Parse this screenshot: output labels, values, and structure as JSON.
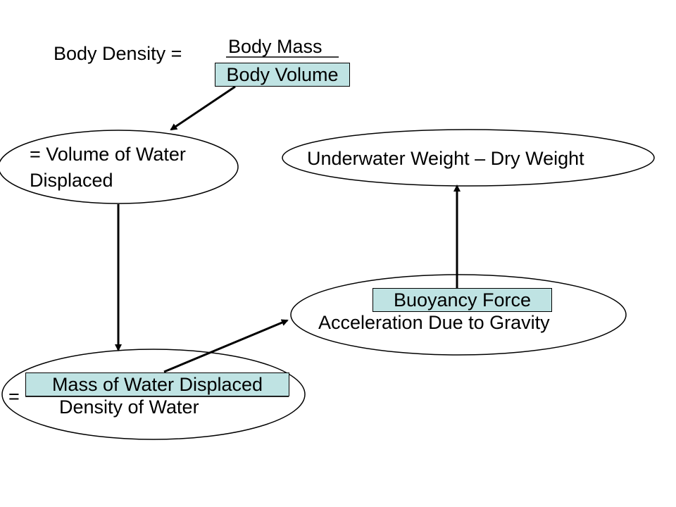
{
  "diagram": {
    "formula": {
      "label": "Body Density =",
      "numerator": "Body Mass",
      "denominator": "Body Volume"
    },
    "volume_node": {
      "line1": "= Volume of Water",
      "line2": "Displaced"
    },
    "mass_node": {
      "equals": "=",
      "numerator": "Mass of Water Displaced",
      "denominator": "Density of Water"
    },
    "buoyancy_node": {
      "numerator": "Buoyancy Force",
      "denominator": "Acceleration Due to Gravity"
    },
    "weight_node": {
      "text": "Underwater Weight – Dry Weight"
    },
    "colors": {
      "highlight_box": "#bfe3e3",
      "stroke": "#000000"
    }
  }
}
